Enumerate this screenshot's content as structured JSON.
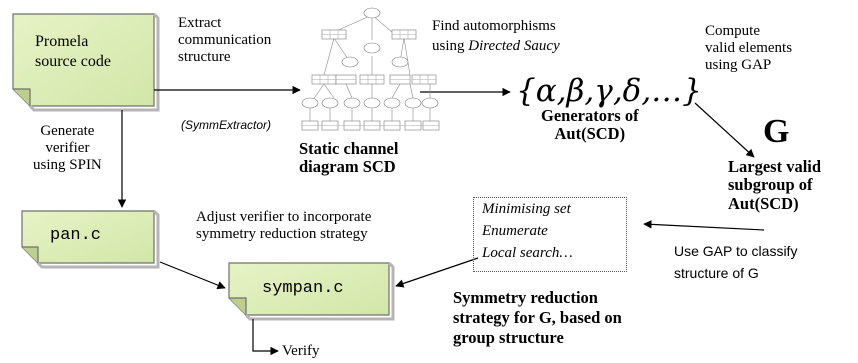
{
  "documents": {
    "promela": "Promela\nsource code",
    "pan": "pan.c",
    "sympan": "sympan.c"
  },
  "labels": {
    "extract": "Extract\ncommunication\nstructure",
    "symm_extractor": "(SymmExtractor)",
    "generate": "Generate\nverifier\nusing SPIN",
    "scd": "Static channel\ndiagram SCD",
    "find_automorphisms": "Find automorphisms",
    "using_directed": "using ",
    "directed_saucy": "Directed Saucy",
    "generators_set": "{α,β,γ,δ,…}",
    "generators_caption": "Generators of\nAut(SCD)",
    "compute": "Compute\nvalid elements\nusing GAP",
    "G": "G",
    "largest": "Largest valid\nsubgroup of\nAut(SCD)",
    "adjust": "Adjust verifier to incorporate\nsymmetry reduction strategy",
    "use_gap": "Use GAP to classify\nstructure of G",
    "symmetry_strategy": "Symmetry reduction\nstrategy for G, based on\ngroup structure",
    "verify": "Verify"
  },
  "strategies": [
    "Minimising set",
    "Enumerate",
    "Local search…"
  ],
  "colors": {
    "doc_fill": "#dcedb8",
    "doc_border": "#6f6f6f",
    "line": "#000000"
  }
}
